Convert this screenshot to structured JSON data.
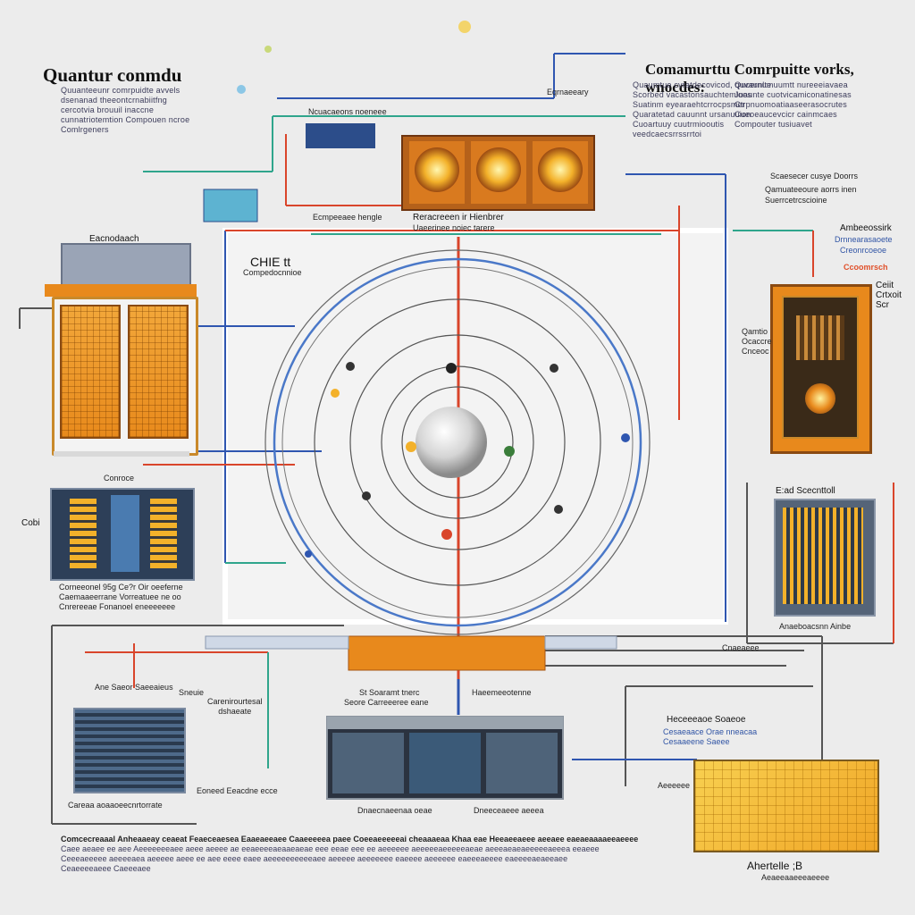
{
  "header": {
    "title_left": "Quantur conmdu",
    "title_right": "Comamurttu Comrpuitte vorks, wnocdes:",
    "left_paragraph": [
      "Quuanteeunr comrpuidte avvels",
      "dsenanad theeontcrnabiitfng",
      "cercotvia brouuil inaccne",
      "cunnatriotemtion Compouen ncroe",
      "Comlrgeners"
    ],
    "right_paragraph": [
      "Quaumtue cvratdecovicod, quvaunlte",
      "Scorbed vacastonsauchtemloos",
      "Suatinm eyearaehtcrrocpsmer",
      "Quaratetad cauunnt ursanuuion",
      "Cuoartuuy cuutrmiooutis",
      "veedcaecsrrssrrtoi"
    ],
    "right_paragraph_2": [
      "Qucernumuumtt nureeeiavaea",
      "Juaunte cuotvicamiconatinesas",
      "Ctrpnuomoatiaaseerasocrutes",
      "Cueoeaucevcicr cainmcaes",
      "Compouter tusiuavet"
    ]
  },
  "labels": {
    "top_small": "Eqrnaeeary",
    "bar_label": "Ncuacaeons noeneee",
    "qubits_title": "Reracreeen ir Hienbrer",
    "qubits_sub": "Uaeerinee noiec tarere",
    "left_panel_label": "Ecmpeeaee hengle",
    "processor_title": "Eacnodaach",
    "center_label": "CHIE tt",
    "center_sub": "Compedocnnioe",
    "right_top_label": "Scaesecer cusye Doorrs",
    "right_top_sub": "Qamuateeoure aorrs inen",
    "right_top_sub2": "Suerrcetrcscioine",
    "amb_title": "Ambeeossirk",
    "amb_sub1": "Drnnearasaoete",
    "amb_sub2": "Creonrcoeoe",
    "amb_orange": "Ccoomrsch",
    "right_cab_side": [
      "Ceiit",
      "Crtxoit",
      "Scr"
    ],
    "right_cab_left": [
      "Qamtio",
      "Ocaccre",
      "Cnceoc"
    ],
    "right_rack_label": "E:ad Scecnttoll",
    "right_rack_foot": "Anaeboacsnn Ainbe",
    "left_rack_label": "Conroce",
    "left_rack_side": "Cobi",
    "left_rack_foot": [
      "Corneeonel 95g Ce?r Oir oeeferne",
      "Caemaaeerrane Vorreatuee ne oo",
      "Cnrereeae Fonanoel eneeeeeee"
    ],
    "bl_label": [
      "Ane Saeor Saeeaieus",
      "Carenirourtesal",
      "dshaeate"
    ],
    "bl_small": "Sneuie",
    "bl_foot": "Careaa aoaaoeecnrtorrate",
    "bl_side": "Eoneed Eeacdne ecce",
    "center_bottom_l": "St Soaramt tnerc",
    "center_bottom_l2": "Seore Carreeeree eane",
    "center_bottom_r": "Haeemeeotenne",
    "server_foot_l": "Dnaecnaeenaa oeae",
    "server_foot_r": "Dneeceaeee aeeea",
    "br_title": "Heceeeaoe Soaeoe",
    "br_sub": [
      "Cesaeaace Orae nneacaa",
      "Cesaaeene Saeee"
    ],
    "br_small": "Aeeeeee",
    "br_foot": "Ahertelle ;B",
    "br_foot_sub": "Aeaeeaaeeeaeeee",
    "mid_right_label": "Cnaeaeee"
  },
  "footer": {
    "lines": [
      "Comcecreaaal Anheaaeay ceaeat Feaeceaesea Eaaeaeeaee Caaeeeeea paee Coeeaeeeeeai cheaaaeaa Khaa eae Heeaeeaeee aeeaee eaeaeaaaaeeaeeee",
      "Caee aeaee ee aee Aeeeeeeeaee aeee aeeee ae eeaeeeeaeaaeaeae eee eeae eee ee aeeeeee aeeeeeaeeeeeaeae aeeeaeaeaeeeeeaeeea eeaeee",
      "Ceeeaeeeee aeeeeaea aeeeee aeee ee aee eeee eaee aeeeeeeeeeeaee aeeeee aeeeeeee eaeeee aeeeeee eaeeeaeeee eaeeeeaeaeeaee",
      "Ceaeeeeaeee Caeeeaee"
    ]
  },
  "colors": {
    "orange": "#e8891c",
    "wire_blue": "#2f56b0",
    "wire_red": "#d9452b",
    "wire_teal": "#2fa58c",
    "bg": "#ececec"
  }
}
